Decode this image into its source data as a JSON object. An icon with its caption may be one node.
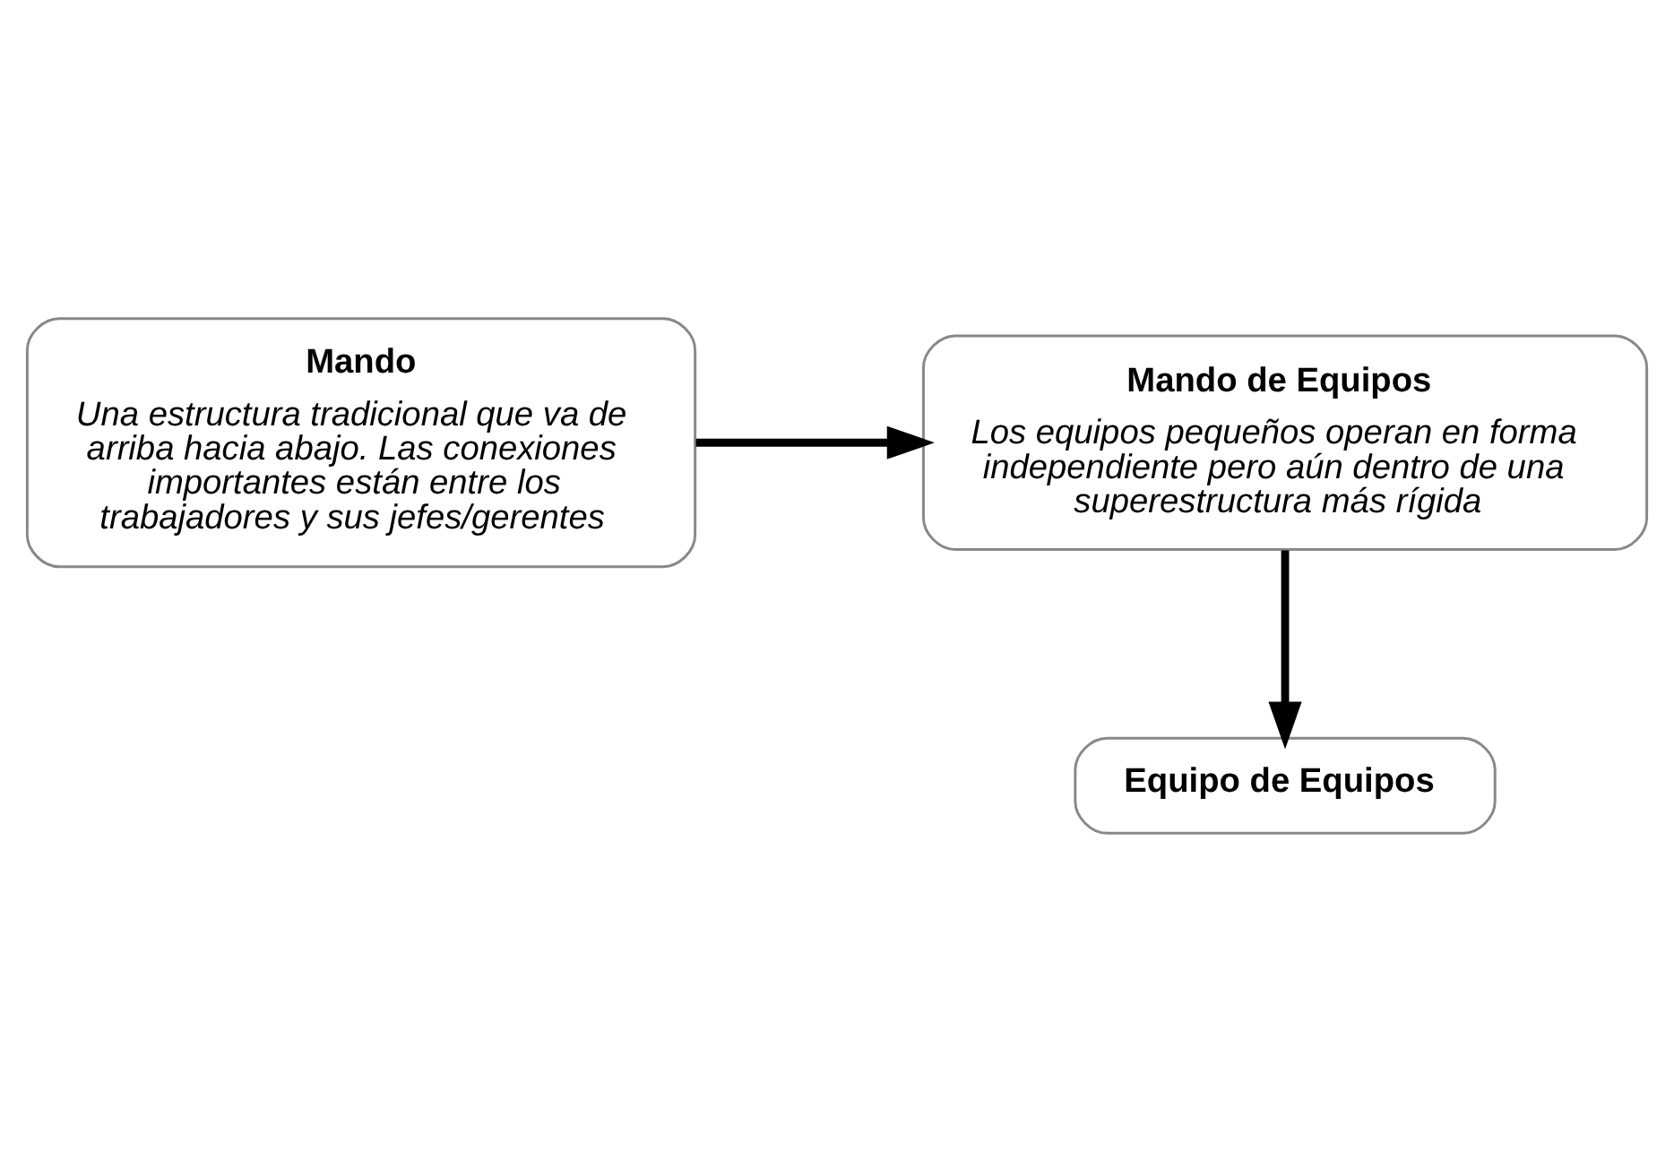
{
  "diagram": {
    "nodes": [
      {
        "text": [
          "Mando",
          "Una estructura tradicional que va de arriba hacia abajo. Las conexiones importantes están entre los trabajadores y sus jefes/gerentes"
        ]
      },
      {
        "text": [
          "Mando de Equipos",
          "Los equipos pequeños operan en forma independiente pero aún dentro de una superestructura más rígida"
        ]
      },
      {
        "text": [
          "Equipo de Equipos"
        ]
      }
    ],
    "edges": [
      {
        "from": 0,
        "to": 1,
        "arrow": "to"
      },
      {
        "from": 1,
        "to": 2,
        "arrow": "to"
      }
    ]
  }
}
